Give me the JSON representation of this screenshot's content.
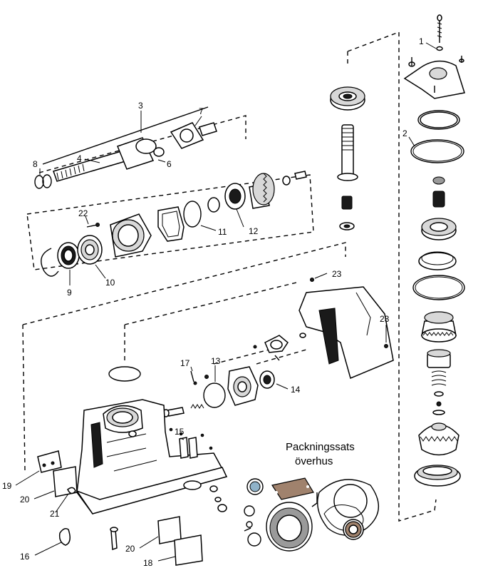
{
  "kit_caption": {
    "line1": "Packningssats",
    "line2": "överhus"
  },
  "labels": {
    "p1": "1",
    "p2": "2",
    "p3": "3",
    "p4": "4",
    "p6": "6",
    "p7": "7",
    "p8": "8",
    "p9": "9",
    "p10": "10",
    "p11": "11",
    "p12": "12",
    "p13": "13",
    "p14": "14",
    "p15": "15",
    "p16": "16",
    "p17": "17",
    "p18": "18",
    "p19": "19",
    "p20a": "20",
    "p20b": "20",
    "p21": "21",
    "p22": "22",
    "p23a": "23",
    "p23b": "23"
  },
  "colors": {
    "line": "#000000",
    "gasket_brown": "#a0826d",
    "background": "#ffffff"
  }
}
